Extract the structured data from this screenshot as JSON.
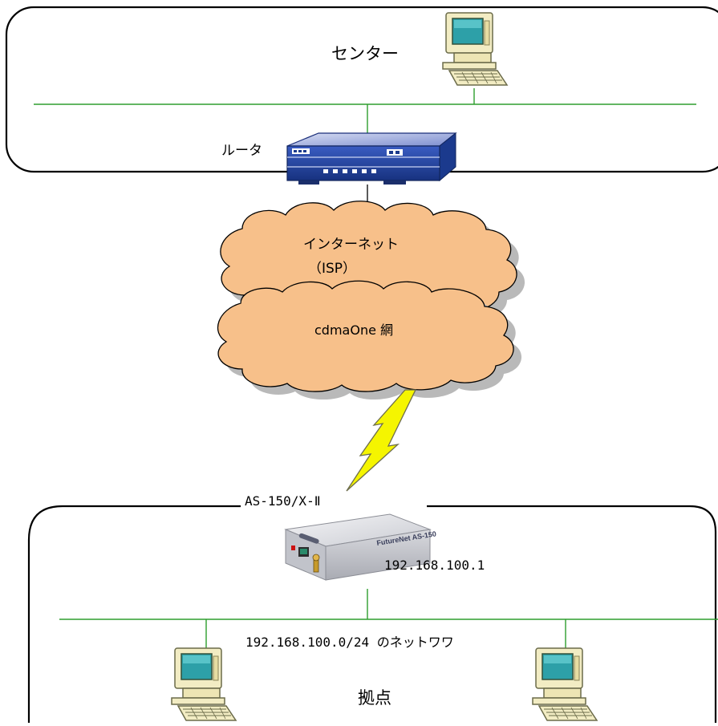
{
  "center": {
    "title": "センター",
    "router_label": "ルータ"
  },
  "clouds": {
    "internet": "インターネット",
    "isp": "（ISP）",
    "cdma": "cdmaOne 網"
  },
  "base": {
    "device_label": "AS-150/X-Ⅱ",
    "device_ip": "192.168.100.1",
    "network_label": "192.168.100.0/24 のネットワワ",
    "title": "拠点",
    "device_logo": "FutureNet AS-150"
  },
  "colors": {
    "lan_line": "#2e9e2e",
    "cloud_fill": "#f7c08a",
    "cloud_shadow": "#b9b9b9",
    "router_blue": "#1c3f9e",
    "lightning": "#f5f500"
  },
  "icons": [
    "pc-icon",
    "router-icon",
    "cloud-icon",
    "lightning-icon",
    "device-icon"
  ]
}
